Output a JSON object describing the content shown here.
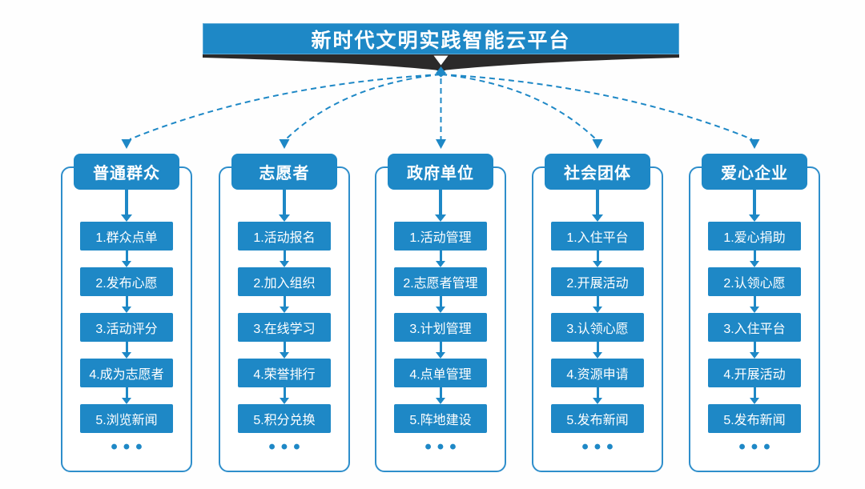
{
  "title": "新时代文明实践智能云平台",
  "ellipsis": "•••",
  "colors": {
    "accent": "#1e88c6",
    "dark": "#2b2a2a",
    "panel_border": "#2e8ecb",
    "white": "#ffffff",
    "background": "#fefefe"
  },
  "columns": [
    {
      "title": "普通群众",
      "steps": [
        "1.群众点单",
        "2.发布心愿",
        "3.活动评分",
        "4.成为志愿者",
        "5.浏览新闻"
      ]
    },
    {
      "title": "志愿者",
      "steps": [
        "1.活动报名",
        "2.加入组织",
        "3.在线学习",
        "4.荣誉排行",
        "5.积分兑换"
      ]
    },
    {
      "title": "政府单位",
      "steps": [
        "1.活动管理",
        "2.志愿者管理",
        "3.计划管理",
        "4.点单管理",
        "5.阵地建设"
      ]
    },
    {
      "title": "社会团体",
      "steps": [
        "1.入住平台",
        "2.开展活动",
        "3.认领心愿",
        "4.资源申请",
        "5.发布新闻"
      ]
    },
    {
      "title": "爱心企业",
      "steps": [
        "1.爱心捐助",
        "2.认领心愿",
        "3.入住平台",
        "4.开展活动",
        "5.发布新闻"
      ]
    }
  ]
}
